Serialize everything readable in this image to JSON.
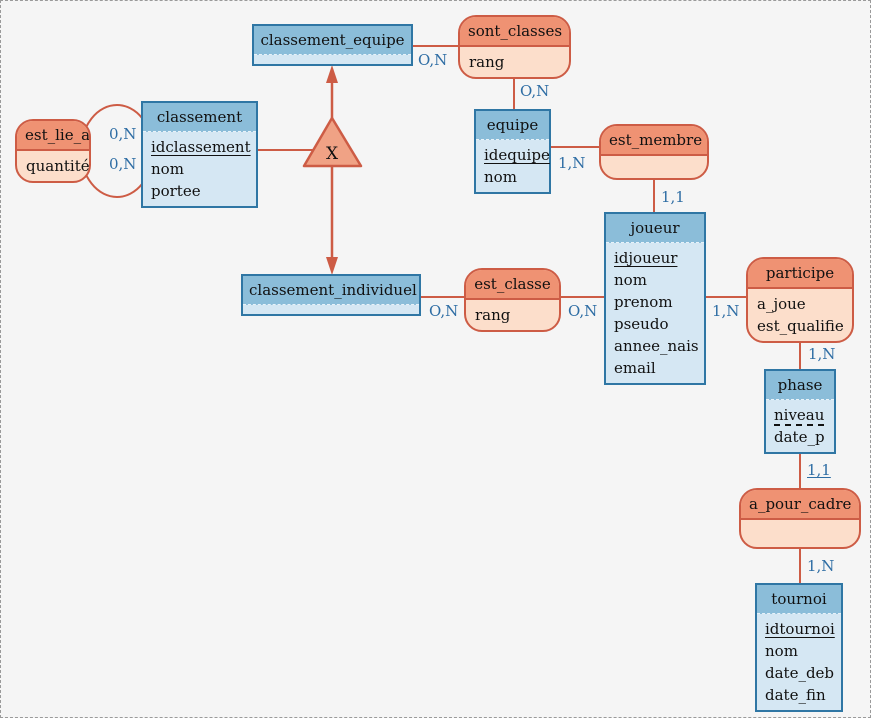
{
  "diagram": {
    "kind": "entity-relationship model (Merise MCD)",
    "inheritance": {
      "symbol": "X"
    }
  },
  "colors": {
    "background": "#f5f5f5",
    "entity_border": "#2f76a4",
    "entity_header_bg": "#8bbdd9",
    "entity_body_bg": "#d5e7f3",
    "relation_border": "#cd5c45",
    "relation_header_bg": "#ef9273",
    "relation_body_bg": "#fcdecb",
    "connector_line": "#cd5c45",
    "cardinality_text": "#2e6da4",
    "text": "#111111"
  },
  "entities": {
    "classement": {
      "title": "classement",
      "attributes": [
        {
          "name": "idclassement",
          "role": "identifier"
        },
        {
          "name": "nom",
          "role": "normal"
        },
        {
          "name": "portee",
          "role": "normal"
        }
      ]
    },
    "classement_equipe": {
      "title": "classement_equipe",
      "attributes": []
    },
    "equipe": {
      "title": "equipe",
      "attributes": [
        {
          "name": "idequipe",
          "role": "identifier"
        },
        {
          "name": "nom",
          "role": "normal"
        }
      ]
    },
    "joueur": {
      "title": "joueur",
      "attributes": [
        {
          "name": "idjoueur",
          "role": "identifier"
        },
        {
          "name": "nom",
          "role": "normal"
        },
        {
          "name": "prenom",
          "role": "normal"
        },
        {
          "name": "pseudo",
          "role": "normal"
        },
        {
          "name": "annee_nais",
          "role": "normal"
        },
        {
          "name": "email",
          "role": "normal"
        }
      ]
    },
    "classement_individuel": {
      "title": "classement_individuel",
      "attributes": []
    },
    "phase": {
      "title": "phase",
      "attributes": [
        {
          "name": "niveau",
          "role": "weak-identifier"
        },
        {
          "name": "date_p",
          "role": "normal"
        }
      ]
    },
    "tournoi": {
      "title": "tournoi",
      "attributes": [
        {
          "name": "idtournoi",
          "role": "identifier"
        },
        {
          "name": "nom",
          "role": "normal"
        },
        {
          "name": "date_deb",
          "role": "normal"
        },
        {
          "name": "date_fin",
          "role": "normal"
        }
      ]
    }
  },
  "relationships": {
    "est_lie_a": {
      "title": "est_lie_a",
      "attributes": [
        {
          "name": "quantité"
        }
      ]
    },
    "sont_classes": {
      "title": "sont_classes",
      "attributes": [
        {
          "name": "rang"
        }
      ]
    },
    "est_membre": {
      "title": "est_membre",
      "attributes": []
    },
    "est_classe": {
      "title": "est_classe",
      "attributes": [
        {
          "name": "rang"
        }
      ]
    },
    "participe": {
      "title": "participe",
      "attributes": [
        {
          "name": "a_joue"
        },
        {
          "name": "est_qualifie"
        }
      ]
    },
    "a_pour_cadre": {
      "title": "a_pour_cadre",
      "attributes": []
    }
  },
  "cardinalities": [
    {
      "between": "est_lie_a – classement (upper leg)",
      "label": "0,N"
    },
    {
      "between": "est_lie_a – classement (lower leg)",
      "label": "0,N"
    },
    {
      "between": "classement_equipe – sont_classes",
      "label": "O,N"
    },
    {
      "between": "sont_classes – equipe",
      "label": "O,N"
    },
    {
      "between": "equipe – est_membre",
      "label": "1,N"
    },
    {
      "between": "est_membre – joueur",
      "label": "1,1"
    },
    {
      "between": "classement_individuel – est_classe",
      "label": "O,N"
    },
    {
      "between": "est_classe – joueur",
      "label": "O,N"
    },
    {
      "between": "joueur – participe",
      "label": "1,N"
    },
    {
      "between": "participe – phase",
      "label": "1,N"
    },
    {
      "between": "phase – a_pour_cadre",
      "label": "1,1",
      "underlined": true
    },
    {
      "between": "a_pour_cadre – tournoi",
      "label": "1,N"
    }
  ]
}
